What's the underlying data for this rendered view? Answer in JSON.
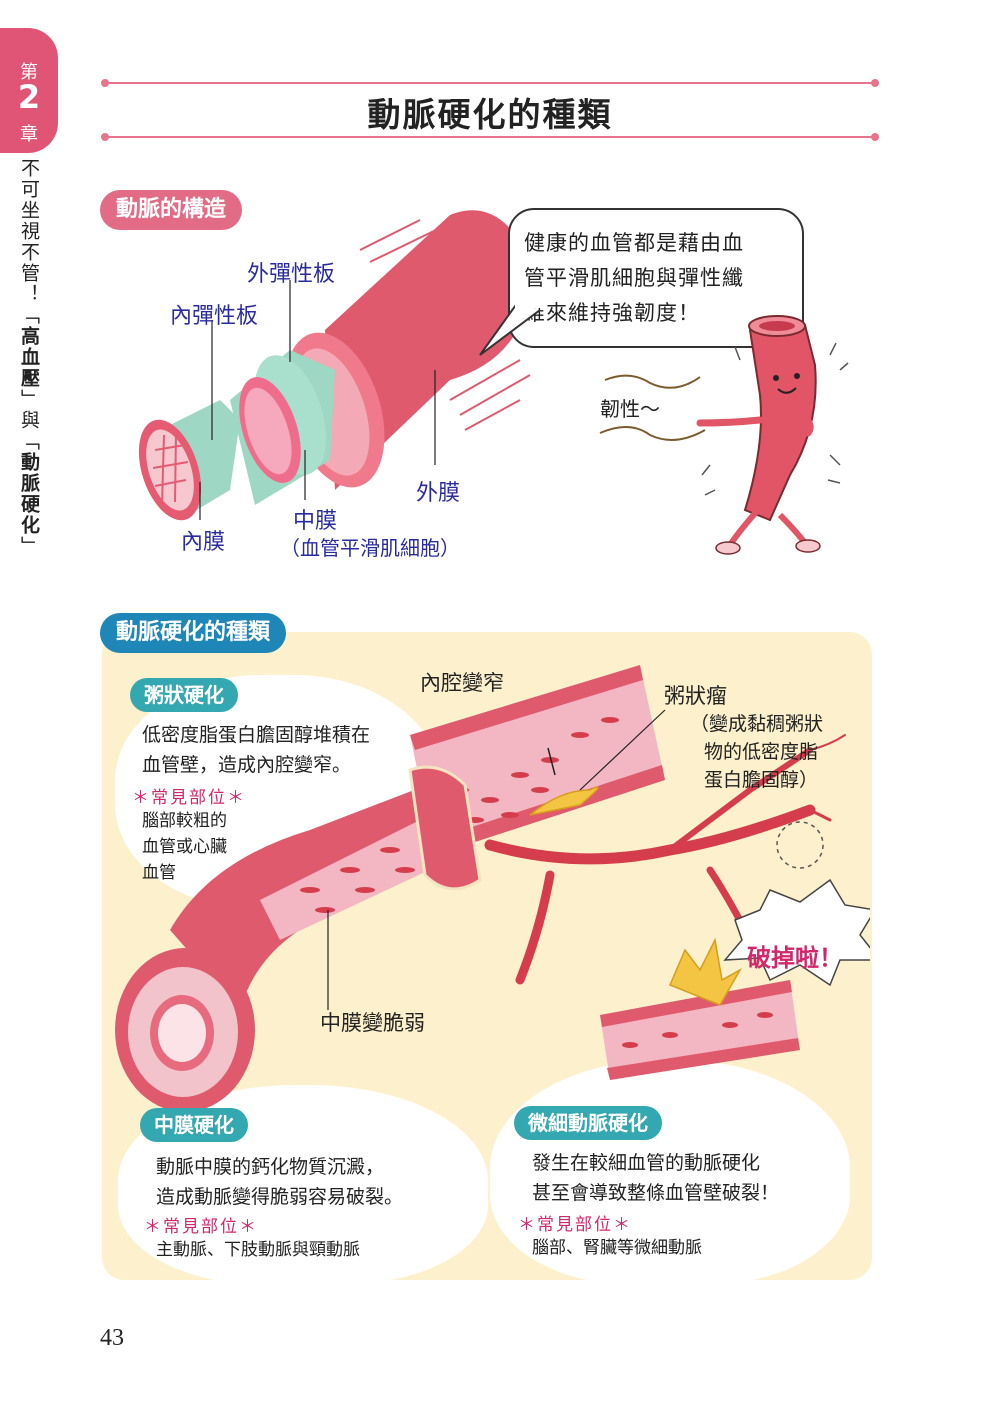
{
  "chapter": {
    "prefix": "第",
    "number": "2",
    "suffix": "章",
    "title_parts": [
      "不可坐視不管！「",
      "高血壓",
      "」與「",
      "動脈硬化",
      "」"
    ]
  },
  "page_title": "動脈硬化的種類",
  "structure": {
    "section_label": "動脈的構造",
    "labels": {
      "outer_elastic": "外彈性板",
      "inner_elastic": "內彈性板",
      "intima": "內膜",
      "media": "中膜",
      "media_note": "（血管平滑肌細胞）",
      "adventitia": "外膜"
    },
    "speech": [
      "健康的血管都是藉由血",
      "管平滑肌細胞與彈性纖",
      "維來維持強韌度！"
    ],
    "mascot_text": "韌性～"
  },
  "types": {
    "section_label": "動脈硬化的種類",
    "labels": {
      "lumen_narrow": "內腔變窄",
      "atheroma": "粥狀瘤",
      "atheroma_note": [
        "（變成黏稠粥狀",
        "物的低密度脂",
        "蛋白膽固醇）"
      ],
      "media_fragile": "中膜變脆弱",
      "burst": "破掉啦！"
    },
    "atherosclerosis": {
      "title": "粥狀硬化",
      "desc": [
        "低密度脂蛋白膽固醇堆積在",
        "血管壁，造成內腔變窄。"
      ],
      "where_label": "＊常見部位＊",
      "where": [
        "腦部較粗的",
        "血管或心臟",
        "血管"
      ]
    },
    "medial": {
      "title": "中膜硬化",
      "desc": [
        "動脈中膜的鈣化物質沉澱，",
        "造成動脈變得脆弱容易破裂。"
      ],
      "where_label": "＊常見部位＊",
      "where": [
        "主動脈、下肢動脈與頸動脈"
      ]
    },
    "arteriolar": {
      "title": "微細動脈硬化",
      "desc": [
        "發生在較細血管的動脈硬化",
        "甚至會導致整條血管壁破裂！"
      ],
      "where_label": "＊常見部位＊",
      "where": [
        "腦部、腎臟等微細動脈"
      ]
    }
  },
  "colors": {
    "accent_pink": "#e26c86",
    "accent_blue": "#1f86b8",
    "accent_teal": "#34a8b0",
    "panel_bg": "#fdf1cd",
    "vessel_red": "#e05a6e",
    "media_green": "#9ed8c4"
  },
  "page_number": "43"
}
